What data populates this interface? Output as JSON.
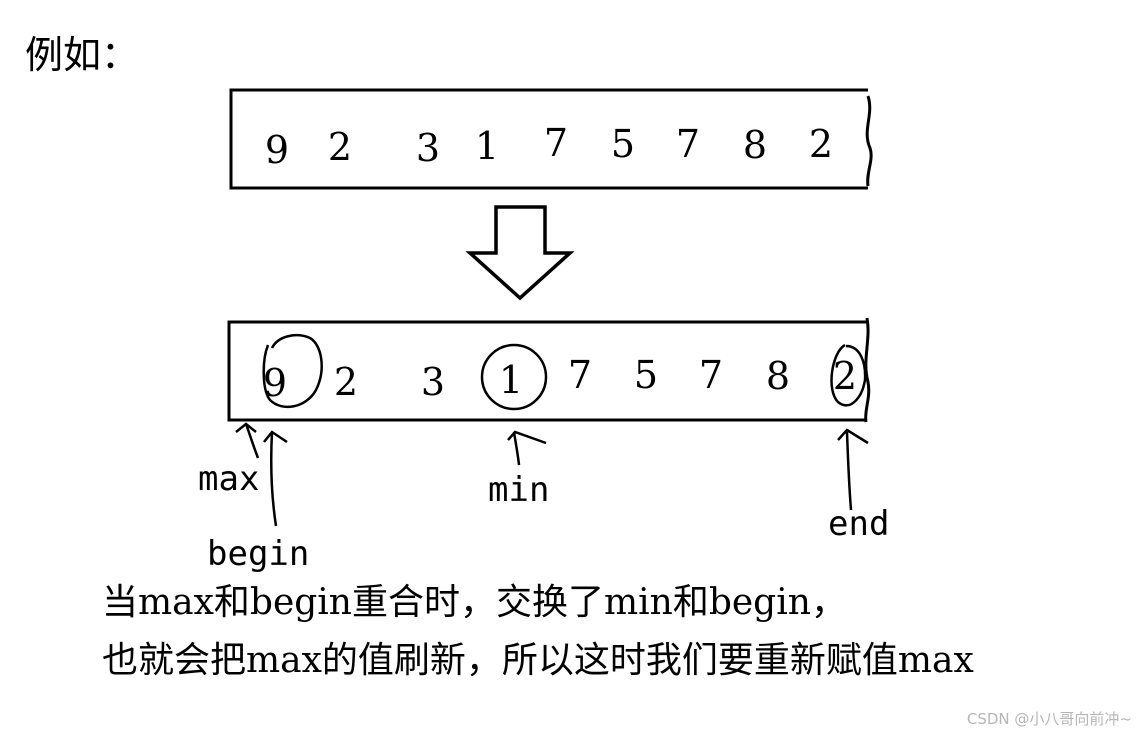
{
  "heading": "例如：",
  "array_before": [
    "9",
    "2",
    "3",
    "1",
    "7",
    "5",
    "7",
    "8",
    "2"
  ],
  "array_after": [
    "9",
    "2",
    "3",
    "1",
    "7",
    "5",
    "7",
    "8",
    "2"
  ],
  "pointers": {
    "max": "max",
    "begin": "begin",
    "min": "min",
    "end": "end"
  },
  "explanation": {
    "line1": "当max和begin重合时，交换了min和begin，",
    "line2": "也就会把max的值刷新，所以这时我们要重新赋值max"
  },
  "watermark": "CSDN @小八哥向前冲~"
}
